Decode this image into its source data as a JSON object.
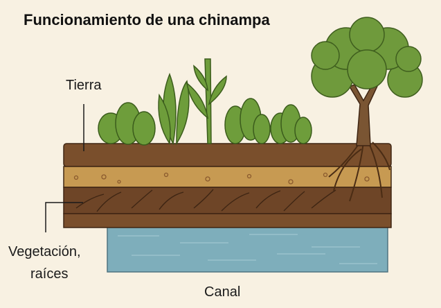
{
  "title": "Funcionamiento de una chinampa",
  "labels": {
    "soil": "Tierra",
    "vegetation_line1": "Vegetación,",
    "vegetation_line2": "raíces",
    "canal": "Canal"
  },
  "colors": {
    "background": "#f8f1e2",
    "topsoil": "#7a4f2c",
    "sand": "#c79a52",
    "root_layer": "#6e4527",
    "water": "#7eaebb",
    "foliage": "#6a9a3a"
  }
}
